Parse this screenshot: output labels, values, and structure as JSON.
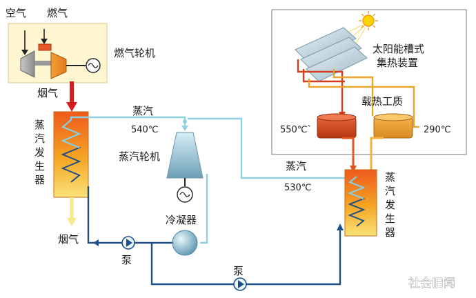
{
  "gas_turbine_unit": {
    "air_label": "空气",
    "fuel_label": "燃气",
    "turbine_label": "燃气轮机",
    "flue_gas_label": "烟气"
  },
  "left_steam_generator": {
    "label_chars": [
      "蒸",
      "汽",
      "发",
      "生",
      "器"
    ],
    "exhaust_label": "烟气"
  },
  "steam_top": {
    "label": "蒸汽",
    "temperature": "540℃"
  },
  "steam_turbine": {
    "label": "蒸汽轮机"
  },
  "condenser": {
    "label": "冷凝器"
  },
  "pumps": {
    "left_label": "泵",
    "bottom_label": "泵"
  },
  "solar_field": {
    "label_line1": "太阳能槽式",
    "label_line2": "集热装置",
    "htf_label": "载热工质",
    "hot_tank_temp": "550℃`",
    "cold_tank_temp": "290℃"
  },
  "steam_right": {
    "label": "蒸汽",
    "temperature": "530℃"
  },
  "right_steam_generator": {
    "label_chars": [
      "蒸",
      "汽",
      "发",
      "生",
      "器"
    ]
  },
  "watermark": "社会旧闻",
  "colors": {
    "steam_line": "#8ecfe0",
    "water_line": "#1f4f86",
    "hot_oil": "#e0541c",
    "flue_red": "#d91d1d",
    "turbine_box_bg": "#fdf6d0"
  }
}
